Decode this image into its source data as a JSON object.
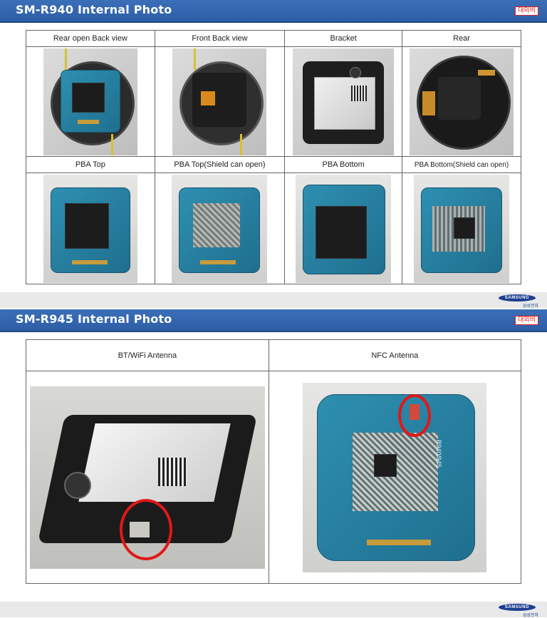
{
  "slides": [
    {
      "title": "SM-R940 Internal Photo",
      "badge": "대외비",
      "captions_row1": [
        "Rear open Back view",
        "Front Back view",
        "Bracket",
        "Rear"
      ],
      "captions_row2": [
        "PBA Top",
        "PBA Top(Shield can open)",
        "PBA Bottom",
        "PBA Bottom(Shield can open)"
      ]
    },
    {
      "title": "SM-R945 Internal Photo",
      "badge": "대외비",
      "captions": [
        "BT/WiFi Antenna",
        "NFC Antenna"
      ]
    }
  ],
  "logo": {
    "brand": "SAMSUNG",
    "sub": "삼성전자"
  },
  "photo_text": {
    "board_marking": "R940/945"
  }
}
